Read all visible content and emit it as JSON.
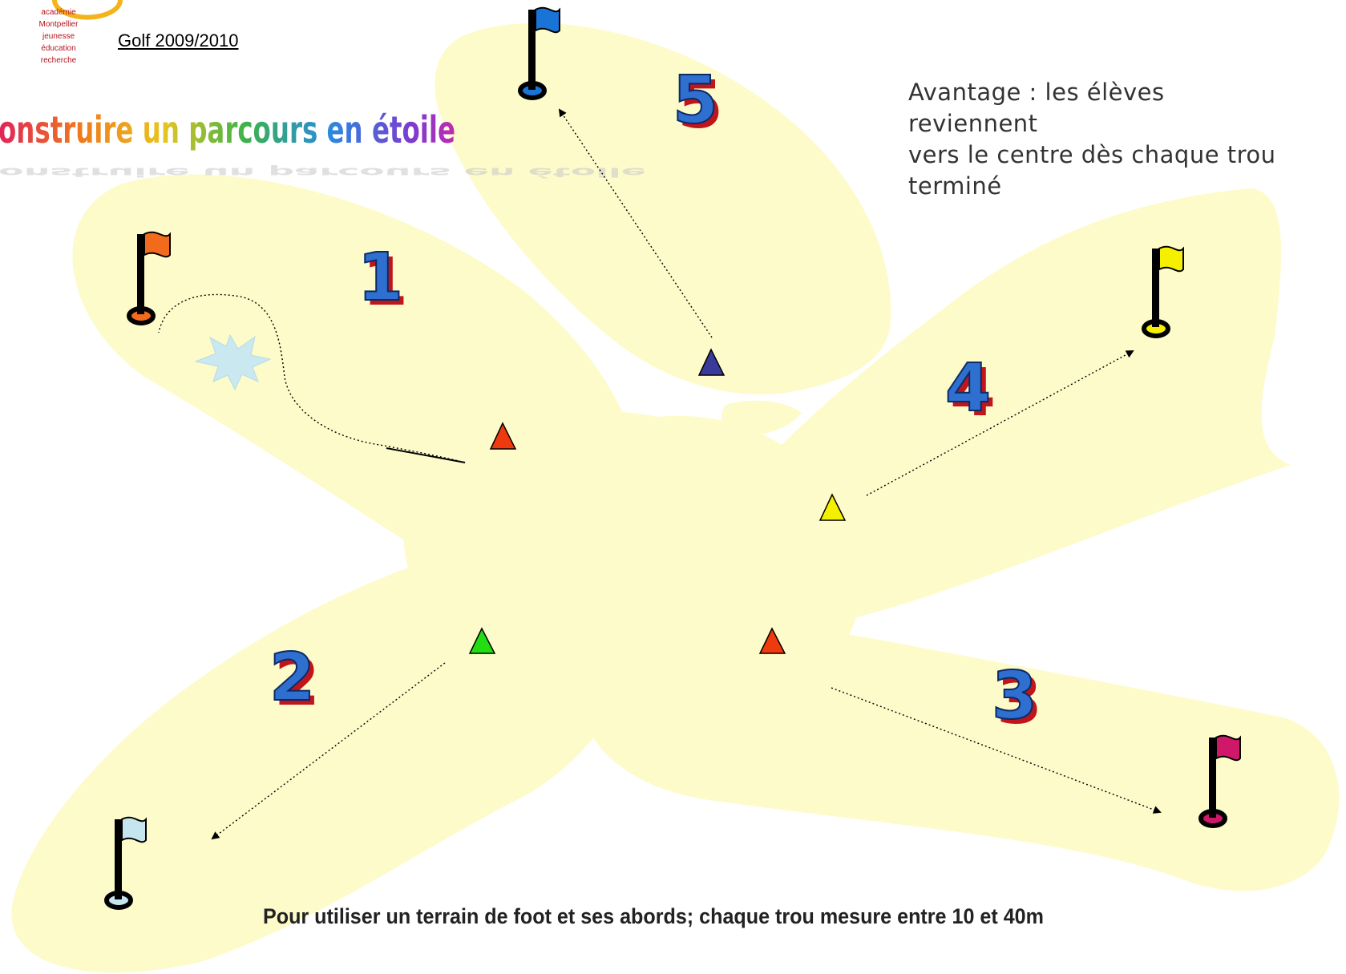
{
  "header": {
    "logo_lines": [
      "académie",
      "Montpellier",
      "jeunesse",
      "éducation",
      "recherche"
    ],
    "season_link": "Golf 2009/2010"
  },
  "title": "onstruire un parcours en étoile",
  "advantage_text": [
    "Avantage : les élèves reviennent",
    "vers le centre dès chaque trou",
    "terminé"
  ],
  "footer_note": "Pour utiliser un  terrain de foot et ses abords; chaque trou mesure entre 10 et 40m",
  "holes": [
    {
      "number": "1",
      "flag_color": "#f26a1b",
      "tee_color": "#ee3a0c"
    },
    {
      "number": "2",
      "flag_color": "#c6e6ef",
      "tee_color": "#22dd11"
    },
    {
      "number": "3",
      "flag_color": "#d0186a",
      "tee_color": "#ee3a0c"
    },
    {
      "number": "4",
      "flag_color": "#f5f000",
      "tee_color": "#f5f000"
    },
    {
      "number": "5",
      "flag_color": "#1a73d6",
      "tee_color": "#3a3a9a"
    }
  ],
  "colors": {
    "fairway": "#fdfbc9",
    "number_fill": "#2e6fcf",
    "number_shadow": "#c0151b"
  }
}
